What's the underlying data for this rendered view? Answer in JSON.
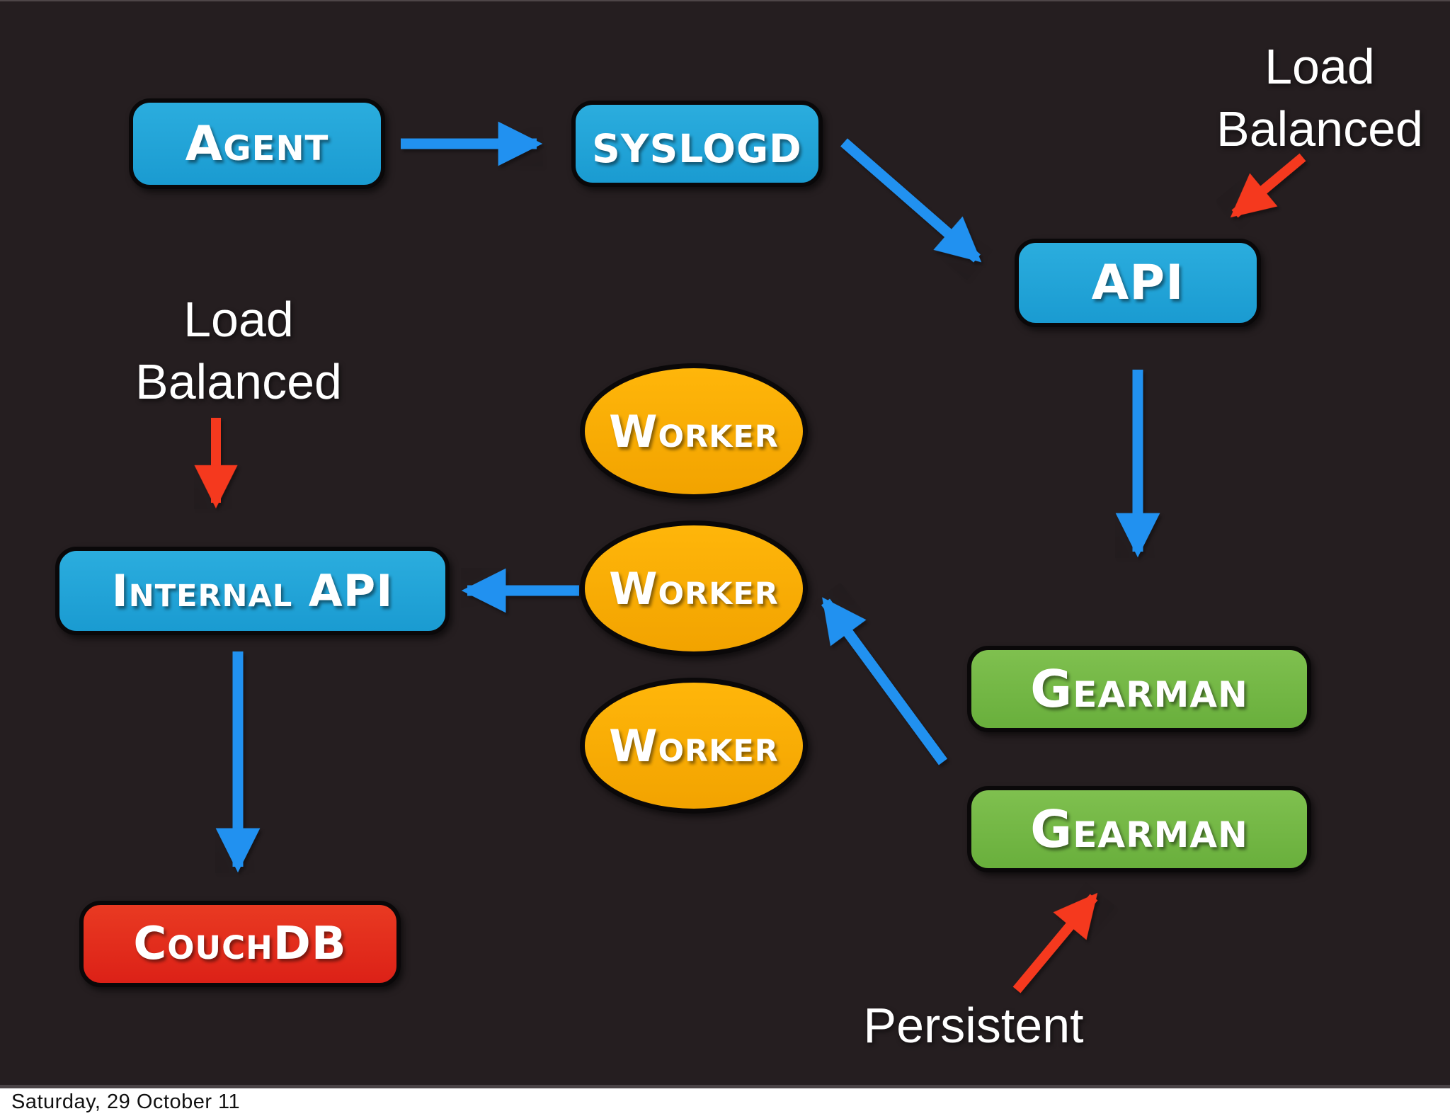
{
  "slide": {
    "background": "#251e20",
    "footer_text": "Saturday, 29 October 11"
  },
  "nodes": {
    "agent": {
      "label": "Agent",
      "fill": "#1ea4d9",
      "shape": "rounded-rect"
    },
    "syslogd": {
      "label": "syslogd",
      "fill": "#1ea4d9",
      "shape": "rounded-rect"
    },
    "api": {
      "label": "API",
      "fill": "#1ea4d9",
      "shape": "rounded-rect"
    },
    "internal_api": {
      "label": "Internal API",
      "fill": "#1ea4d9",
      "shape": "rounded-rect"
    },
    "workers": [
      {
        "label": "Worker",
        "fill": "#f8a900",
        "shape": "ellipse"
      },
      {
        "label": "Worker",
        "fill": "#f8a900",
        "shape": "ellipse"
      },
      {
        "label": "Worker",
        "fill": "#f8a900",
        "shape": "ellipse"
      }
    ],
    "gearmen": [
      {
        "label": "Gearman",
        "fill": "#72b646",
        "shape": "rounded-rect"
      },
      {
        "label": "Gearman",
        "fill": "#72b646",
        "shape": "rounded-rect"
      }
    ],
    "couchdb": {
      "label": "CouchDB",
      "fill": "#e3271d",
      "shape": "rounded-rect"
    }
  },
  "annotations": {
    "load_balanced_right": "Load\nBalanced",
    "load_balanced_left": "Load\nBalanced",
    "persistent": "Persistent"
  },
  "edges": [
    {
      "from": "Agent",
      "to": "syslogd",
      "color": "blue"
    },
    {
      "from": "syslogd",
      "to": "API",
      "color": "blue"
    },
    {
      "from": "API",
      "to": "Gearman",
      "color": "blue"
    },
    {
      "from": "Gearman",
      "to": "Worker",
      "color": "blue"
    },
    {
      "from": "Worker",
      "to": "Internal API",
      "color": "blue"
    },
    {
      "from": "Internal API",
      "to": "CouchDB",
      "color": "blue"
    },
    {
      "from": "Load Balanced",
      "to": "API",
      "color": "red"
    },
    {
      "from": "Load Balanced",
      "to": "Internal API",
      "color": "red"
    },
    {
      "from": "Persistent",
      "to": "Gearman",
      "color": "red"
    }
  ],
  "colors": {
    "arrow_blue": "#2191f0",
    "arrow_red": "#f5391e",
    "node_blue": "#1ea4d9",
    "node_orange": "#f8a900",
    "node_green": "#72b646",
    "node_red": "#e3271d",
    "background": "#251e20",
    "footer_bg": "#ffffff",
    "footer_text": "#111111"
  }
}
